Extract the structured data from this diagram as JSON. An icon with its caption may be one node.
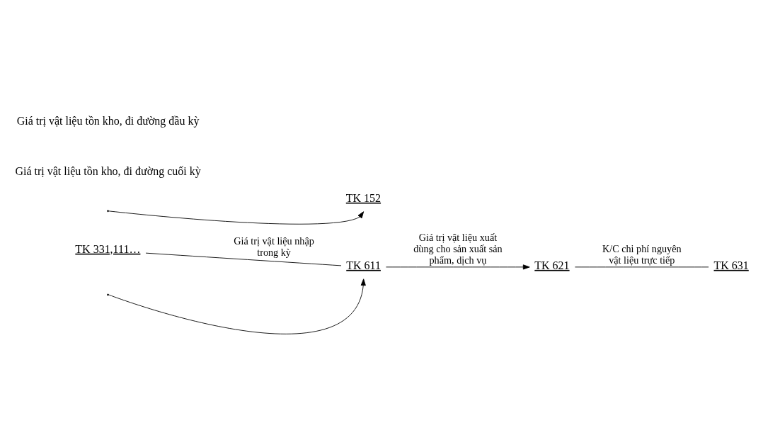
{
  "diagram": {
    "nodes": [
      {
        "text": [
          "TK 331,111…"
        ]
      },
      {
        "text": [
          "TK 611"
        ]
      },
      {
        "text": [
          "TK 621"
        ]
      },
      {
        "text": [
          "TK 631"
        ]
      },
      {
        "text": [
          "TK 152"
        ]
      }
    ],
    "edges": [
      {
        "from": 0,
        "to": 1,
        "arrow": "none",
        "label": "Giá trị vật liệu nhập trong kỳ"
      },
      {
        "from": 1,
        "to": 2,
        "arrow": "to",
        "label": "Giá trị vật liệu xuất dùng cho sản xuất sản phẩm, dịch vụ"
      },
      {
        "from": 2,
        "to": 3,
        "arrow": "none",
        "label": "K/C chi phí nguyên vật liệu trực tiếp"
      },
      {
        "from": null,
        "to": 1,
        "arrow": "to"
      },
      {
        "from": null,
        "to": 4,
        "arrow": "to"
      }
    ],
    "labels": [
      "Giá trị vật liệu tồn kho, đi đường cuối kỳ",
      "Giá trị vật liệu tồn kho, đi đường đầu kỳ"
    ]
  }
}
